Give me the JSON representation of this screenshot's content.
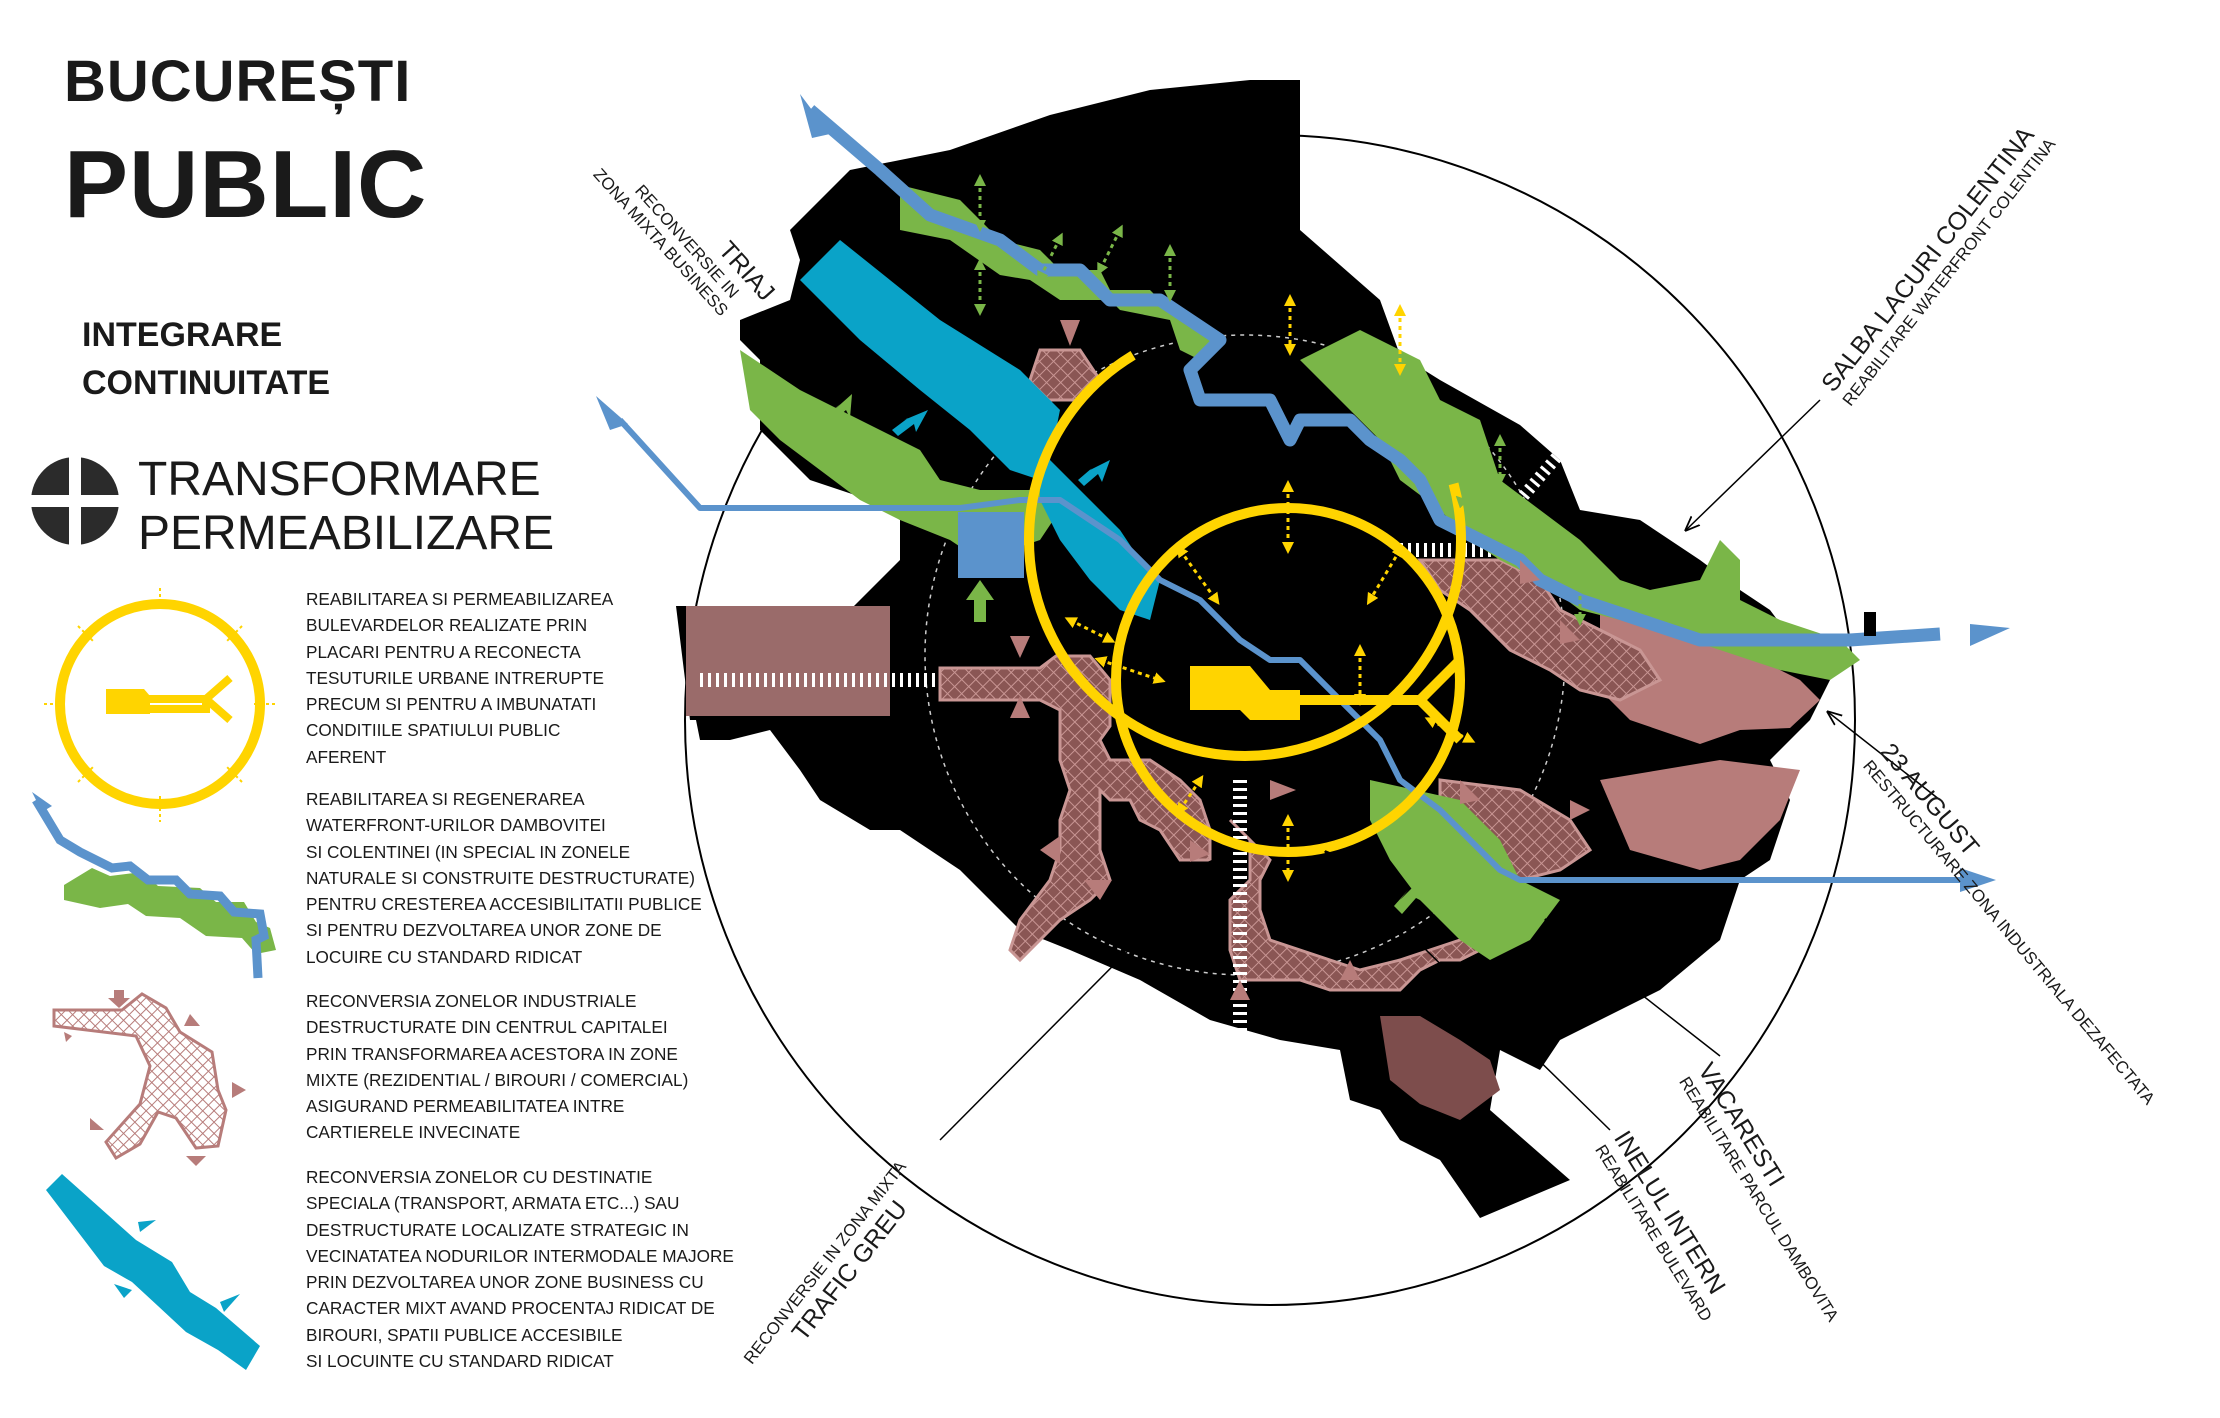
{
  "header": {
    "title_line1": "BUCUREȘTI",
    "title_line2": "PUBLIC",
    "subtitle_line1": "INTEGRARE",
    "subtitle_line2": "CONTINUITATE",
    "theme_line1": "TRANSFORMARE",
    "theme_line2": "PERMEABILIZARE"
  },
  "legend": [
    {
      "icon": "yellow-ring-boulevard-icon",
      "color": "#ffd400",
      "lines": [
        "REABILITAREA SI PERMEABILIZAREA",
        "BULEVARDELOR REALIZATE PRIN",
        "PLACARI PENTRU A RECONECTA",
        "TESUTURILE URBANE INTRERUPTE",
        "PRECUM SI PENTRU A IMBUNATATI",
        "CONDITIILE SPATIULUI PUBLIC",
        "AFERENT"
      ]
    },
    {
      "icon": "waterfront-green-blue-icon",
      "color": "#7ab648",
      "lines": [
        "REABILITAREA SI REGENERAREA",
        "WATERFRONT-URILOR DAMBOVITEI",
        "SI COLENTINEI (IN SPECIAL IN ZONELE",
        "NATURALE SI CONSTRUITE DESTRUCTURATE)",
        "PENTRU CRESTEREA ACCESIBILITATII PUBLICE",
        "SI PENTRU DEZVOLTAREA UNOR ZONE DE",
        "LOCUIRE CU STANDARD RIDICAT"
      ]
    },
    {
      "icon": "industrial-hatch-icon",
      "color": "#b77c7a",
      "lines": [
        "RECONVERSIA ZONELOR INDUSTRIALE",
        "DESTRUCTURATE DIN CENTRUL CAPITALEI",
        "PRIN TRANSFORMAREA ACESTORA IN ZONE",
        "MIXTE (REZIDENTIAL / BIROURI / COMERCIAL)",
        "ASIGURAND PERMEABILITATEA INTRE",
        "CARTIERELE INVECINATE"
      ]
    },
    {
      "icon": "special-zone-cyan-icon",
      "color": "#0aa3c8",
      "lines": [
        "RECONVERSIA ZONELOR CU DESTINATIE",
        "SPECIALA (TRANSPORT, ARMATA ETC...) SAU",
        "DESTRUCTURATE LOCALIZATE STRATEGIC IN",
        "VECINATATEA NODURILOR INTERMODALE MAJORE",
        "PRIN DEZVOLTAREA UNOR ZONE BUSINESS CU",
        "CARACTER MIXT AVAND PROCENTAJ RIDICAT DE",
        "BIROURI, SPATII PUBLICE ACCESIBILE",
        "SI LOCUINTE CU STANDARD RIDICAT"
      ]
    }
  ],
  "map_labels": {
    "triaj": {
      "title": "TRIAJ",
      "line1": "RECONVERSIE IN",
      "line2": "ZONA MIXTA BUSINESS"
    },
    "colentina": {
      "title": "SALBA LACURI COLENTINA",
      "line1": "REABILITARE WATERFRONT COLENTINA"
    },
    "august": {
      "title": "23 AUGUST",
      "line1": "RESTRUCTURARE ZONA INDUSTRIALA DEZAFECTATA"
    },
    "vacaresti": {
      "title": "VACARESTI",
      "line1": "REABILITARE PARCUL DAMBOVITA"
    },
    "inelul": {
      "title": "INELUL INTERN",
      "line1": "REABILITARE BULEVARD"
    },
    "trafic": {
      "title": "TRAFIC GREU",
      "line1": "RECONVERSIE  IN ZONA MIXTA"
    }
  },
  "colors": {
    "black": "#000000",
    "yellow": "#ffd400",
    "green": "#7ab648",
    "blue": "#5b93cc",
    "cyan": "#0aa3c8",
    "rose": "#b77c7a",
    "dark_rose": "#7d4d4c",
    "mauve": "#9a6b6a"
  }
}
